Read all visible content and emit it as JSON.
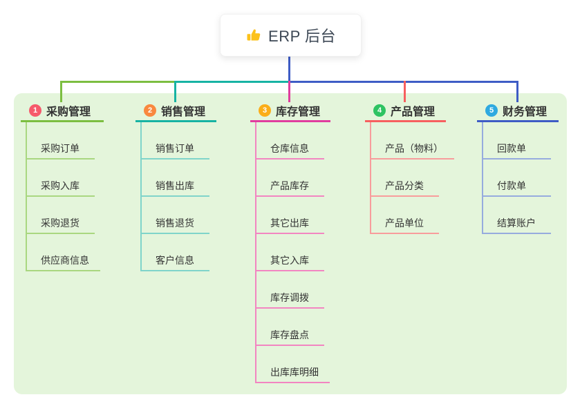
{
  "root": {
    "title": "ERP 后台",
    "icon": "thumbs-up-icon"
  },
  "colors": {
    "panel_bg": "#e4f5db",
    "root_stem": "#3e5cc5"
  },
  "branches": [
    {
      "num": "1",
      "label": "采购管理",
      "color": "#7cbe41",
      "light": "#a9d780",
      "badge": "#f6596b",
      "children": [
        "采购订单",
        "采购入库",
        "采购退货",
        "供应商信息"
      ]
    },
    {
      "num": "2",
      "label": "销售管理",
      "color": "#17b3a3",
      "light": "#7fd4ca",
      "badge": "#f9883e",
      "children": [
        "销售订单",
        "销售出库",
        "销售退货",
        "客户信息"
      ]
    },
    {
      "num": "3",
      "label": "库存管理",
      "color": "#e03c9e",
      "light": "#f285c1",
      "badge": "#fbad18",
      "children": [
        "仓库信息",
        "产品库存",
        "其它出库",
        "其它入库",
        "库存调拨",
        "库存盘点",
        "出库库明细"
      ]
    },
    {
      "num": "4",
      "label": "产品管理",
      "color": "#f75f5f",
      "light": "#f89c9c",
      "badge": "#2ec362",
      "children": [
        "产品（物料）",
        "产品分类",
        "产品单位"
      ]
    },
    {
      "num": "5",
      "label": "财务管理",
      "color": "#3e5cc5",
      "light": "#96abde",
      "badge": "#2ea9e0",
      "children": [
        "回款单",
        "付款单",
        "结算账户"
      ]
    }
  ]
}
